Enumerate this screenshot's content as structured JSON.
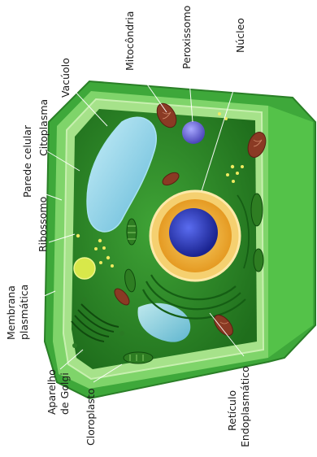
{
  "colors": {
    "cell_wall": "#3ea83a",
    "membrane": "#8ed86a",
    "cytoplasm": "#2f8f2a",
    "nucleus_envelope": "#f2b43a",
    "nucleolus": "#2f3db6",
    "vacuole": "#8fd3ea",
    "mitochondria": "#8a3a24",
    "peroxisome": "#6a6ad8",
    "chloroplast": "#2e7d22"
  },
  "labels": {
    "mitocondria": "Mitocôndria",
    "peroxissomo": "Peroxissomo",
    "nucleo": "Núcleo",
    "vacuolo": "Vacúolo",
    "citoplasma": "Citoplasma",
    "parede_celular": "Parede celular",
    "ribossomo": "Ribossomo",
    "membrana_l1": "Membrana",
    "membrana_l2": "plasmática",
    "aparelho_l1": "Aparelho",
    "aparelho_l2": "de Golgi",
    "cloroplasto": "Cloroplasto",
    "reticulo_l1": "Retículo",
    "reticulo_l2": "Endoplasmático"
  }
}
